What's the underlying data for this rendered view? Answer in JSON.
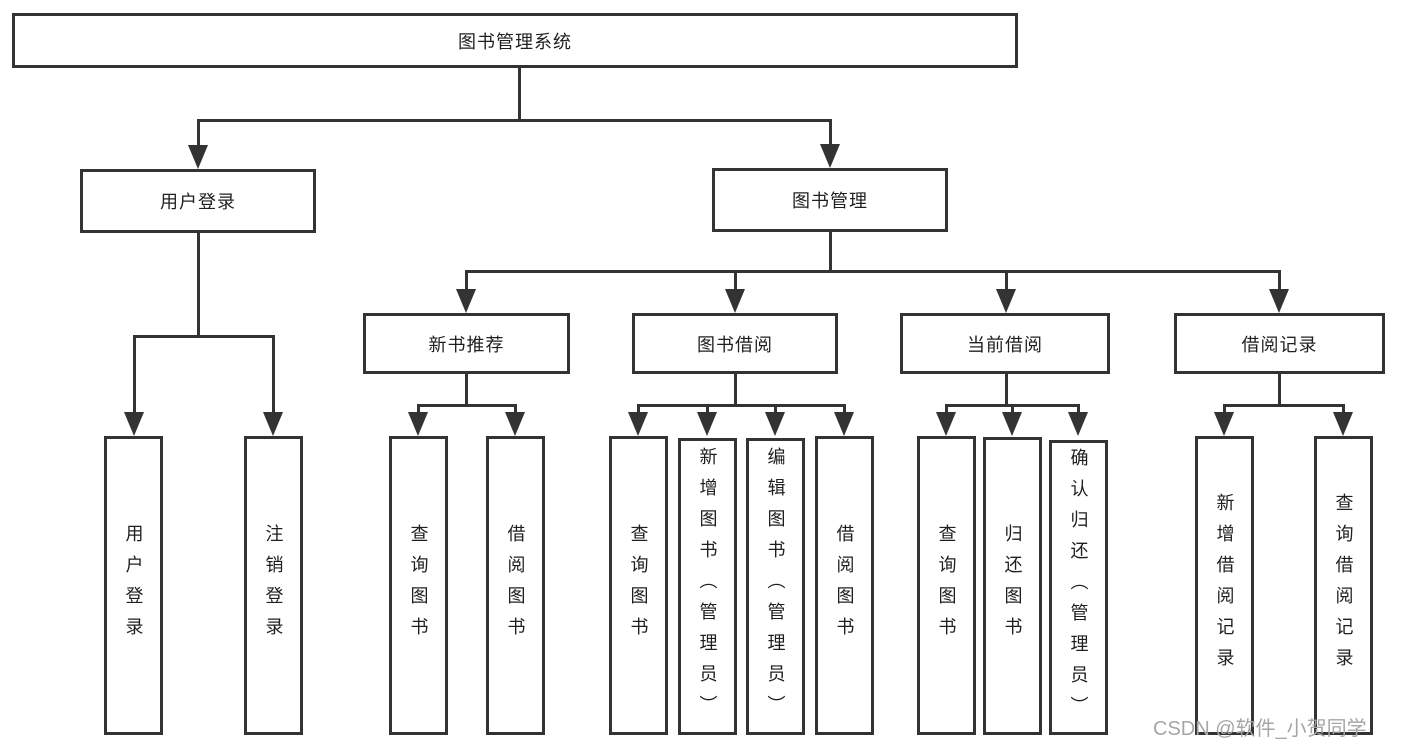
{
  "nodes": {
    "root": "图书管理系统",
    "user_login": "用户登录",
    "book_mgmt": "图书管理",
    "new_book_rec": "新书推荐",
    "book_borrow": "图书借阅",
    "current_borrow": "当前借阅",
    "borrow_records": "借阅记录",
    "leaves": {
      "user_login": [
        "用户登录",
        "注销登录"
      ],
      "new_book_rec": [
        "查询图书",
        "借阅图书"
      ],
      "book_borrow": [
        "查询图书",
        "新增图书（管理员）",
        "编辑图书（管理员）",
        "借阅图书"
      ],
      "current_borrow": [
        "查询图书",
        "归还图书",
        "确认归还（管理员）"
      ],
      "borrow_records": [
        "新增借阅记录",
        "查询借阅记录"
      ]
    }
  },
  "colors": {
    "line": "#333333",
    "background": "#ffffff",
    "text": "#1f1f1f",
    "watermark": "#a6a6a6"
  },
  "watermark": {
    "text": "CSDN @软件_小贺同学"
  }
}
